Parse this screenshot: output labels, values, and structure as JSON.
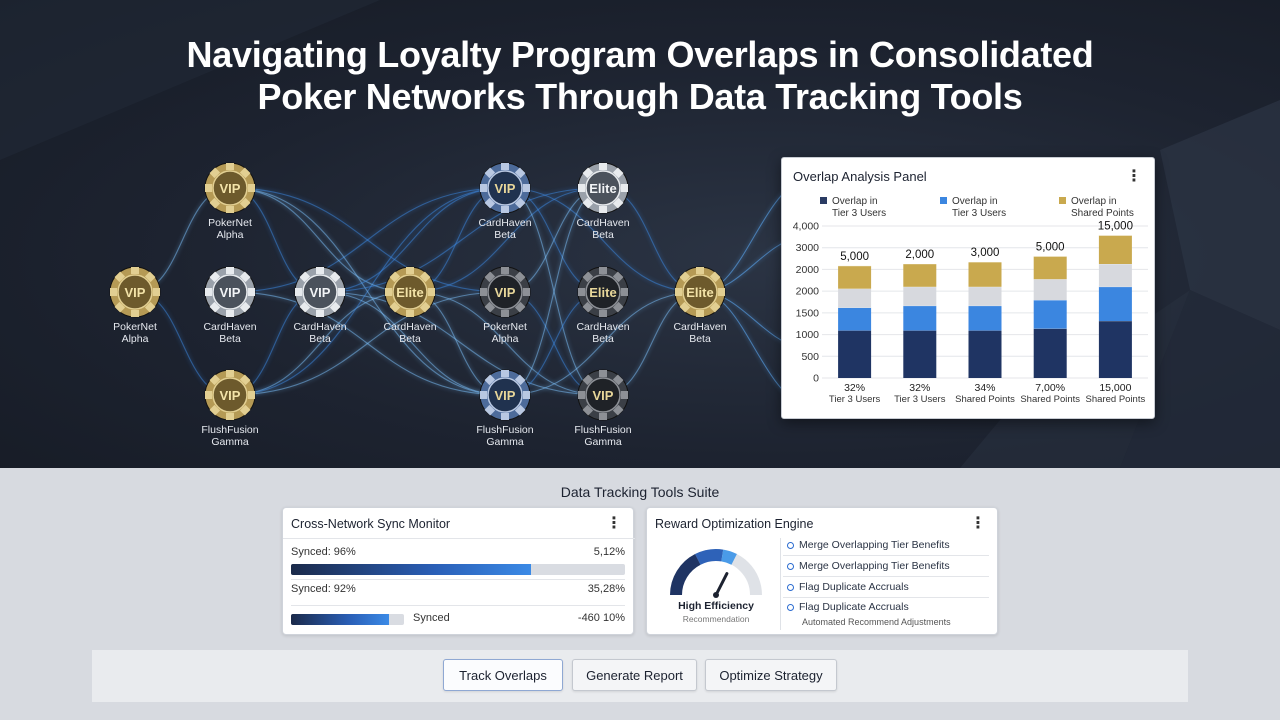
{
  "title_line1": "Navigating Loyalty Program Overlaps in Consolidated",
  "title_line2": "Poker Networks Through Data Tracking Tools",
  "network": {
    "nodes": [
      {
        "badge": "VIP",
        "label1": "PokerNet",
        "label2": "Alpha",
        "style": "gold",
        "col": 0,
        "row": 1
      },
      {
        "badge": "VIP",
        "label1": "CardHaven",
        "label2": "Beta",
        "style": "silver",
        "col": 1,
        "row": 1
      },
      {
        "badge": "VIP",
        "label1": "FlushFusion",
        "label2": "Gamma",
        "style": "gold",
        "col": 1,
        "row": 2
      },
      {
        "badge": "VIP",
        "label1": "PokerNet",
        "label2": "Alpha",
        "style": "gold",
        "col": 1,
        "row": 0
      },
      {
        "badge": "VIP",
        "label1": "CardHaven",
        "label2": "Beta",
        "style": "silver",
        "col": 2,
        "row": 1
      },
      {
        "badge": "Elite",
        "label1": "CardHaven",
        "label2": "Beta",
        "style": "gold",
        "col": 3,
        "row": 1
      },
      {
        "badge": "VIP",
        "label1": "CardHaven",
        "label2": "Beta",
        "style": "blue",
        "col": 4,
        "row": 0
      },
      {
        "badge": "VIP",
        "label1": "PokerNet",
        "label2": "Alpha",
        "style": "dark",
        "col": 4,
        "row": 1
      },
      {
        "badge": "VIP",
        "label1": "FlushFusion",
        "label2": "Gamma",
        "style": "blue",
        "col": 4,
        "row": 2
      },
      {
        "badge": "Elite",
        "label1": "CardHaven",
        "label2": "Beta",
        "style": "silver",
        "col": 5,
        "row": 0
      },
      {
        "badge": "Elite",
        "label1": "CardHaven",
        "label2": "Beta",
        "style": "dark",
        "col": 5,
        "row": 1
      },
      {
        "badge": "VIP",
        "label1": "FlushFusion",
        "label2": "Gamma",
        "style": "dark",
        "col": 5,
        "row": 2
      },
      {
        "badge": "Elite",
        "label1": "CardHaven",
        "label2": "Beta",
        "style": "gold",
        "col": 6,
        "row": 1
      }
    ]
  },
  "panel": {
    "title": "Overlap Analysis Panel",
    "menu_icon": "kebab-menu-icon",
    "legend": [
      {
        "line1": "Overlap in",
        "line2": "Tier 3 Users",
        "color": "#2a3b63"
      },
      {
        "line1": "Overlap in",
        "line2": "Tier 3 Users",
        "color": "#3b86e0"
      },
      {
        "line1": "Overlap in",
        "line2": "Shared Points",
        "color": "#c9a94e"
      }
    ]
  },
  "chart_data": {
    "type": "bar",
    "stacked": true,
    "y_ticks": [
      "0",
      "500",
      "1000",
      "1500",
      "2000",
      "2000",
      "3000",
      "4,000"
    ],
    "categories": [
      {
        "label1": "32%",
        "label2": "Tier 3 Users",
        "top_label": "5,000"
      },
      {
        "label1": "32%",
        "label2": "Tier 3 Users",
        "top_label": "2,000"
      },
      {
        "label1": "34%",
        "label2": "Shared Points",
        "top_label": "3,000"
      },
      {
        "label1": "7,00%",
        "label2": "Shared Points",
        "top_label": "5,000"
      },
      {
        "label1": "15,000",
        "label2": "Shared Points",
        "top_label": "15,000"
      }
    ],
    "series": [
      {
        "color": "#1f3463",
        "values": [
          1250,
          1250,
          1250,
          1300,
          1500
        ]
      },
      {
        "color": "#3b86e0",
        "values": [
          600,
          650,
          650,
          750,
          900
        ]
      },
      {
        "color": "#d7d9de",
        "values": [
          500,
          500,
          500,
          550,
          600
        ]
      },
      {
        "color": "#c9a94e",
        "values": [
          600,
          600,
          650,
          600,
          750
        ]
      }
    ],
    "ylim": [
      0,
      4000
    ]
  },
  "suite_title": "Data Tracking Tools Suite",
  "sync_card": {
    "title": "Cross-Network Sync Monitor",
    "rows": [
      {
        "label": "Synced: 96%",
        "value": "5,12%"
      },
      {
        "label": "Synced: 92%",
        "value": "35,28%"
      }
    ],
    "progress1": 0.72,
    "progress2": 0.87,
    "status_label": "Synced",
    "status_value": "-460 10%"
  },
  "reward_card": {
    "title": "Reward Optimization Engine",
    "gauge_label": "High Efficiency",
    "gauge_sub": "Recommendation",
    "gauge_level": 0.65,
    "items": [
      "Merge Overlapping Tier Benefits",
      "Merge Overlapping Tier Benefits",
      "Flag Duplicate Accruals",
      "Flag Duplicate Accruals"
    ],
    "footnote": "Automated Recommend Adjustments"
  },
  "buttons": {
    "track": "Track Overlaps",
    "report": "Generate Report",
    "optimize": "Optimize Strategy"
  }
}
